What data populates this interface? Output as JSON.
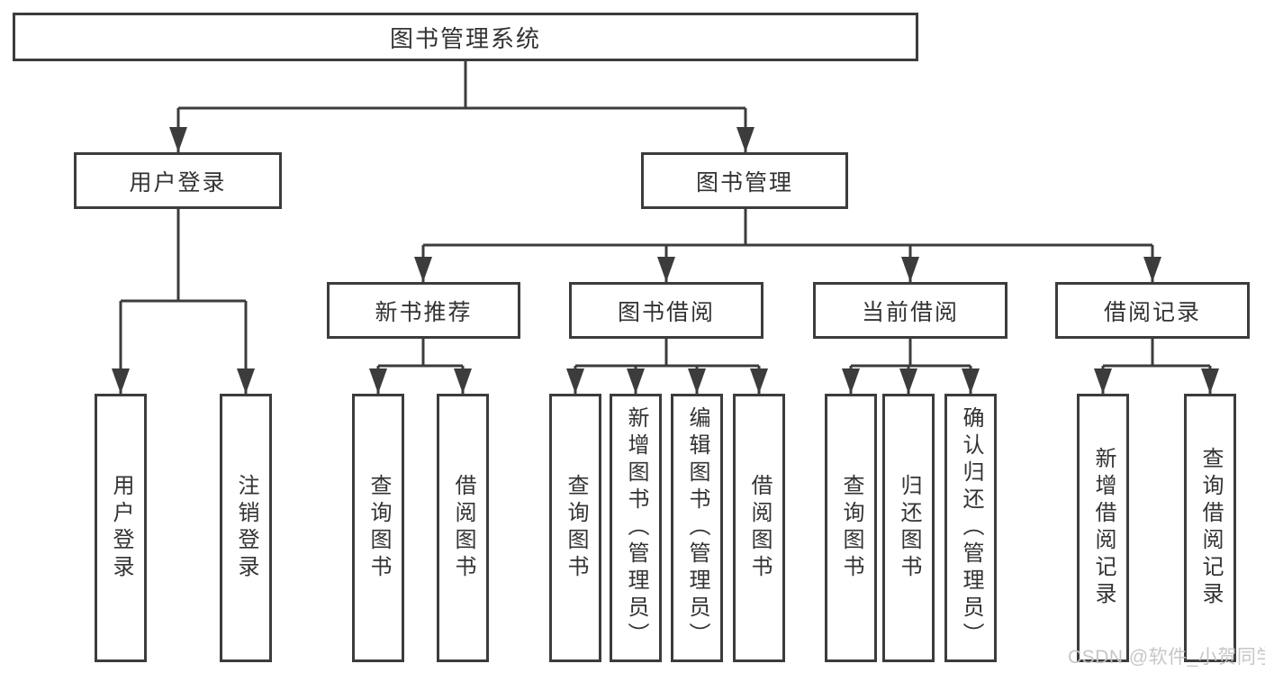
{
  "nodes": {
    "root": "图书管理系统",
    "user_login": "用户登录",
    "book_mgmt": "图书管理",
    "new_books": "新书推荐",
    "book_borrow": "图书借阅",
    "current_borrow": "当前借阅",
    "borrow_records": "借阅记录",
    "leaf_user_login": "用户登录",
    "leaf_logout": "注销登录",
    "leaf_nb_query": "查询图书",
    "leaf_nb_borrow": "借阅图书",
    "leaf_bb_query": "查询图书",
    "leaf_bb_add": "新增图书（管理员）",
    "leaf_bb_edit": "编辑图书（管理员）",
    "leaf_bb_borrow": "借阅图书",
    "leaf_cb_query": "查询图书",
    "leaf_cb_return": "归还图书",
    "leaf_cb_confirm": "确认归还（管理员）",
    "leaf_br_add": "新增借阅记录",
    "leaf_br_query": "查询借阅记录"
  },
  "watermark": "CSDN @软件_小贺同学",
  "colors": {
    "line": "#3c3c3c",
    "text": "#333333",
    "watermark": "#c4c4c4",
    "background": "#ffffff"
  }
}
